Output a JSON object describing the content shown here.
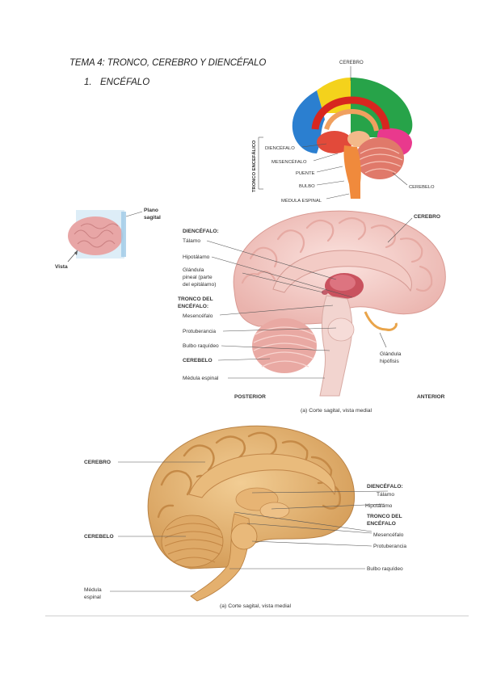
{
  "header": {
    "title": "TEMA 4: TRONCO, CEREBRO Y DIENCÉFALO",
    "section_number": "1.",
    "section_title": "ENCÉFALO"
  },
  "fig1": {
    "cerebro": "CEREBRO",
    "tronco": "TRONCO ENCEFÁLICO",
    "diencefalo": "DIENCÉFALO",
    "mesencefalo": "MESENCÉFALO",
    "puente": "PUENTE",
    "bulbo": "BULBO",
    "medula": "MÉDULA ESPINAL",
    "cerebelo": "CEREBELO"
  },
  "fig2": {
    "plano_1": "Plano",
    "plano_2": "sagital",
    "vista": "Vista",
    "diencefalo": "DIENCÉFALO:",
    "talamo": "Tálamo",
    "hipotalamo": "Hipotálamo",
    "glandula_1": "Glándula",
    "glandula_2": "pineal (parte",
    "glandula_3": "del epitálamo)",
    "tronco_1": "TRONCO DEL",
    "tronco_2": "ENCÉFALO:",
    "mesencefalo": "Mesencéfalo",
    "protuberancia": "Protuberancia",
    "bulbo": "Bulbo raquídeo",
    "cerebelo": "CEREBELO",
    "medula": "Médula espinal",
    "cerebro": "CEREBRO",
    "hipofisis_1": "Glándula",
    "hipofisis_2": "hipófisis",
    "posterior": "POSTERIOR",
    "anterior": "ANTERIOR",
    "caption": "(a) Corte sagital, vista medial"
  },
  "fig3": {
    "cerebro": "CEREBRO",
    "cerebelo": "CEREBELO",
    "medula_1": "Médula",
    "medula_2": "espinal",
    "diencefalo": "DIENCÉFALO:",
    "talamo": "Tálamo",
    "hipotalamo": "Hipotálamo",
    "tronco_1": "TRONCO DEL",
    "tronco_2": "ENCÉFALO",
    "mesencefalo": "Mesencéfalo",
    "protuberancia": "Protuberancia",
    "bulbo": "Bulbo raquídeo",
    "caption": "(a) Corte sagital, vista medial"
  }
}
